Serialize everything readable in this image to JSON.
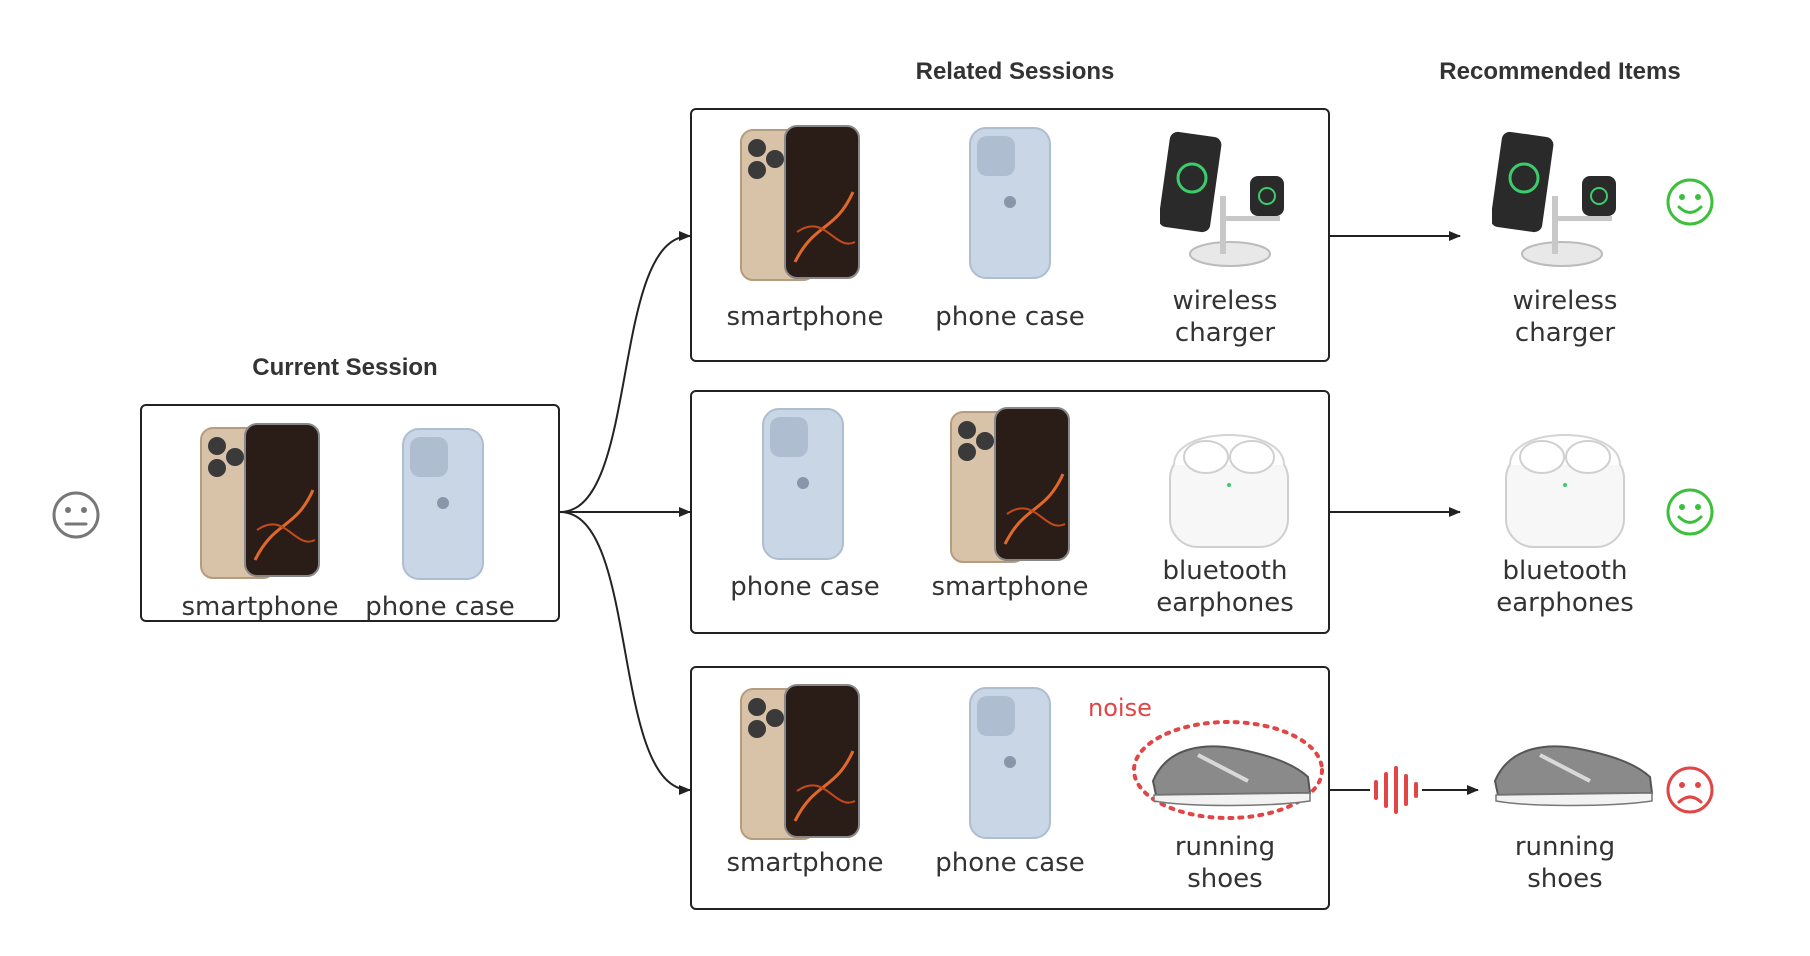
{
  "headings": {
    "current": "Current Session",
    "related": "Related Sessions",
    "recommended": "Recommended Items"
  },
  "current_session": {
    "items": [
      "smartphone",
      "phone case"
    ]
  },
  "related_sessions": [
    {
      "items": [
        "smartphone",
        "phone case"
      ],
      "last_item_line1": "wireless",
      "last_item_line2": "charger"
    },
    {
      "items": [
        "phone case",
        "smartphone"
      ],
      "last_item_line1": "bluetooth",
      "last_item_line2": "earphones"
    },
    {
      "items": [
        "smartphone",
        "phone case"
      ],
      "last_item_line1": "running",
      "last_item_line2": "shoes"
    }
  ],
  "recommended": [
    {
      "line1": "wireless",
      "line2": "charger",
      "outcome": "happy"
    },
    {
      "line1": "bluetooth",
      "line2": "earphones",
      "outcome": "happy"
    },
    {
      "line1": "running",
      "line2": "shoes",
      "outcome": "sad"
    }
  ],
  "noise_label": "noise",
  "colors": {
    "happy": "#3cc03c",
    "sad": "#e04646",
    "neutral": "#777777",
    "line": "#222222"
  }
}
